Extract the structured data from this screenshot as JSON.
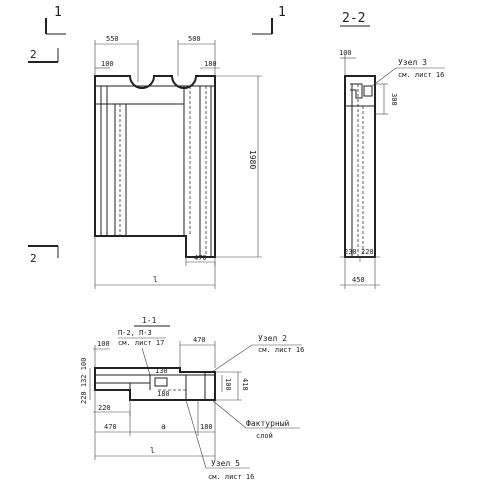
{
  "section_marks": {
    "cut_1": "1",
    "cut_2": "2",
    "title_2_2": "2-2",
    "title_1_1": "1-1"
  },
  "elevation": {
    "dim_left_top": "550",
    "dim_right_top": "500",
    "dim_small_left": "100",
    "dim_small_right": "180",
    "dim_height": "1980",
    "dim_bottom_right": "470",
    "dim_overall": "l"
  },
  "section_2_2": {
    "dim_top": "100",
    "node_3_label": "Узел 3",
    "node_3_ref": "см. лист 16",
    "dim_side": "300",
    "dim_bottom_left": "230",
    "dim_bottom_right": "220",
    "dim_total": "450"
  },
  "plan_1_1": {
    "panels_label": "П-2, П-3",
    "panels_ref": "см. лист 17",
    "dim_top_left": "100",
    "dim_top_right": "470",
    "node_2_label": "Узел 2",
    "node_2_ref": "см. лист 16",
    "dim_left_stack": "220 132 100",
    "dim_100": "100",
    "dim_130": "130",
    "dim_180": "180",
    "dim_410": "410",
    "dim_220": "220",
    "dim_bottom_left": "470",
    "dim_a": "a",
    "dim_bottom_right": "180",
    "dim_overall": "l",
    "texture_label_1": "Фактурный",
    "texture_label_2": "слой",
    "node_5_label": "Узел 5",
    "node_5_ref": "см. лист 16"
  }
}
